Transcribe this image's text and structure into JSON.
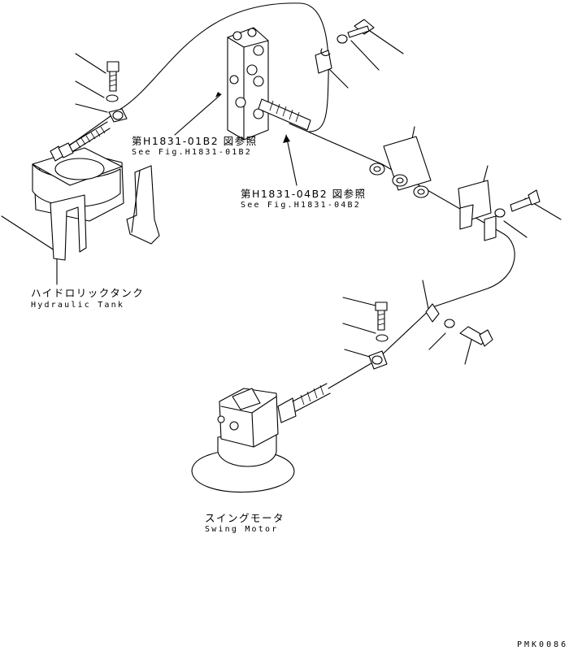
{
  "labels": {
    "hydraulic_tank_jp": "ハイドロリックタンク",
    "hydraulic_tank_en": "Hydraulic Tank",
    "swing_motor_jp": "スイングモータ",
    "swing_motor_en": "Swing Motor",
    "ref_1_jp": "第H1831-01B2 図参照",
    "ref_1_en": "See Fig.H1831-01B2",
    "ref_2_jp": "第H1831-04B2 図参照",
    "ref_2_en": "See Fig.H1831-04B2",
    "drawing_code": "PMK0086"
  },
  "colors": {
    "line": "#000000",
    "background": "#ffffff"
  }
}
